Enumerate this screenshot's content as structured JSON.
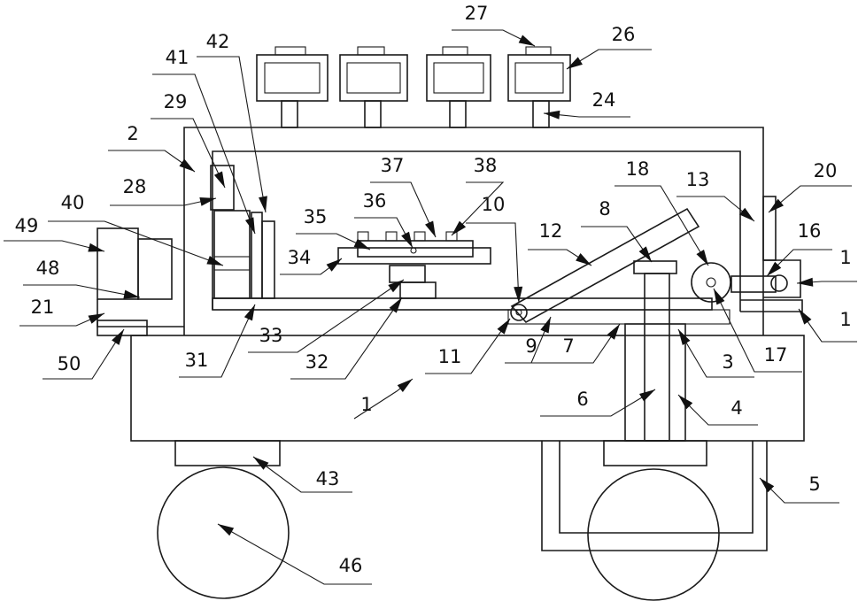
{
  "figure": {
    "labels": [
      {
        "id": "1a",
        "text": "1"
      },
      {
        "id": "1b",
        "text": "1"
      },
      {
        "id": "1c",
        "text": "1"
      },
      {
        "id": "2",
        "text": "2"
      },
      {
        "id": "3",
        "text": "3"
      },
      {
        "id": "4",
        "text": "4"
      },
      {
        "id": "5",
        "text": "5"
      },
      {
        "id": "6",
        "text": "6"
      },
      {
        "id": "7",
        "text": "7"
      },
      {
        "id": "8",
        "text": "8"
      },
      {
        "id": "9",
        "text": "9"
      },
      {
        "id": "10",
        "text": "10"
      },
      {
        "id": "11",
        "text": "11"
      },
      {
        "id": "12",
        "text": "12"
      },
      {
        "id": "13",
        "text": "13"
      },
      {
        "id": "16",
        "text": "16"
      },
      {
        "id": "17",
        "text": "17"
      },
      {
        "id": "18",
        "text": "18"
      },
      {
        "id": "20",
        "text": "20"
      },
      {
        "id": "21",
        "text": "21"
      },
      {
        "id": "24",
        "text": "24"
      },
      {
        "id": "26",
        "text": "26"
      },
      {
        "id": "27",
        "text": "27"
      },
      {
        "id": "28",
        "text": "28"
      },
      {
        "id": "29",
        "text": "29"
      },
      {
        "id": "31",
        "text": "31"
      },
      {
        "id": "32",
        "text": "32"
      },
      {
        "id": "33",
        "text": "33"
      },
      {
        "id": "34",
        "text": "34"
      },
      {
        "id": "35",
        "text": "35"
      },
      {
        "id": "36",
        "text": "36"
      },
      {
        "id": "37",
        "text": "37"
      },
      {
        "id": "38",
        "text": "38"
      },
      {
        "id": "40",
        "text": "40"
      },
      {
        "id": "41",
        "text": "41"
      },
      {
        "id": "42",
        "text": "42"
      },
      {
        "id": "43",
        "text": "43"
      },
      {
        "id": "46",
        "text": "46"
      },
      {
        "id": "48",
        "text": "48"
      },
      {
        "id": "49",
        "text": "49"
      },
      {
        "id": "50",
        "text": "50"
      }
    ]
  }
}
